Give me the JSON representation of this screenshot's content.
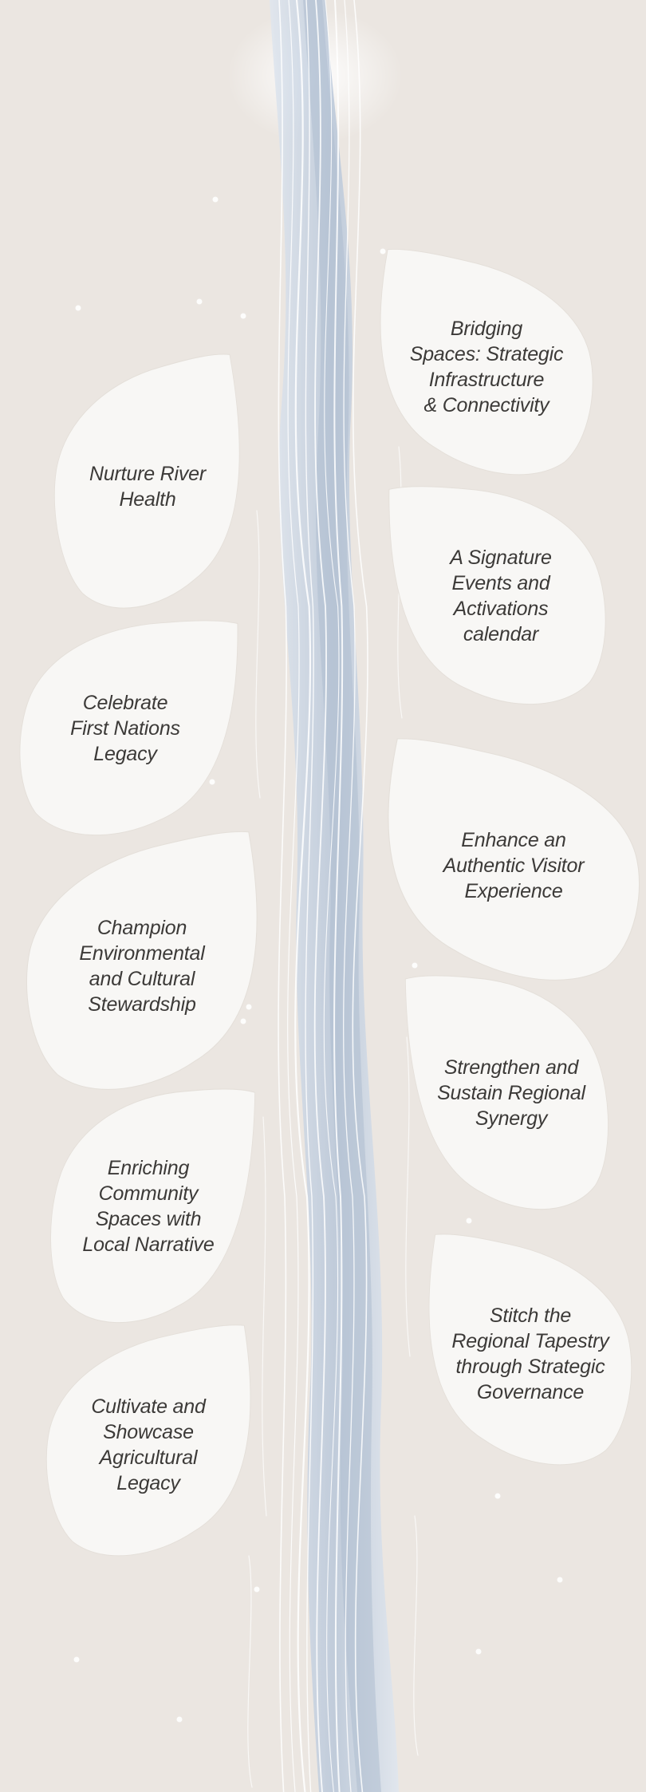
{
  "leaves": {
    "left": [
      {
        "id": "nurture-river-health",
        "label": "Nurture River\nHealth"
      },
      {
        "id": "celebrate-first-nations-legacy",
        "label": "Celebrate\nFirst Nations\nLegacy"
      },
      {
        "id": "champion-environmental-cultural-stewardship",
        "label": "Champion\nEnvironmental\nand Cultural\nStewardship"
      },
      {
        "id": "enriching-community-spaces",
        "label": "Enriching\nCommunity\nSpaces with\nLocal Narrative"
      },
      {
        "id": "cultivate-showcase-agricultural-legacy",
        "label": "Cultivate and\nShowcase\nAgricultural\nLegacy"
      }
    ],
    "right": [
      {
        "id": "bridging-spaces",
        "label": "Bridging\nSpaces: Strategic\nInfrastructure\n& Connectivity"
      },
      {
        "id": "signature-events-calendar",
        "label": "A Signature\nEvents and\nActivations\ncalendar"
      },
      {
        "id": "authentic-visitor-experience",
        "label": "Enhance an\nAuthentic Visitor\nExperience"
      },
      {
        "id": "regional-synergy",
        "label": "Strengthen and\nSustain Regional\nSynergy"
      },
      {
        "id": "regional-tapestry-governance",
        "label": "Stitch the\nRegional Tapestry\nthrough Strategic\nGovernance"
      }
    ]
  },
  "colors": {
    "background": "#ebe6e1",
    "leaf_fill": "#f8f7f5",
    "river_blue": "#c6d2e1",
    "river_highlight": "#ffffff",
    "text": "#3c3a38"
  }
}
